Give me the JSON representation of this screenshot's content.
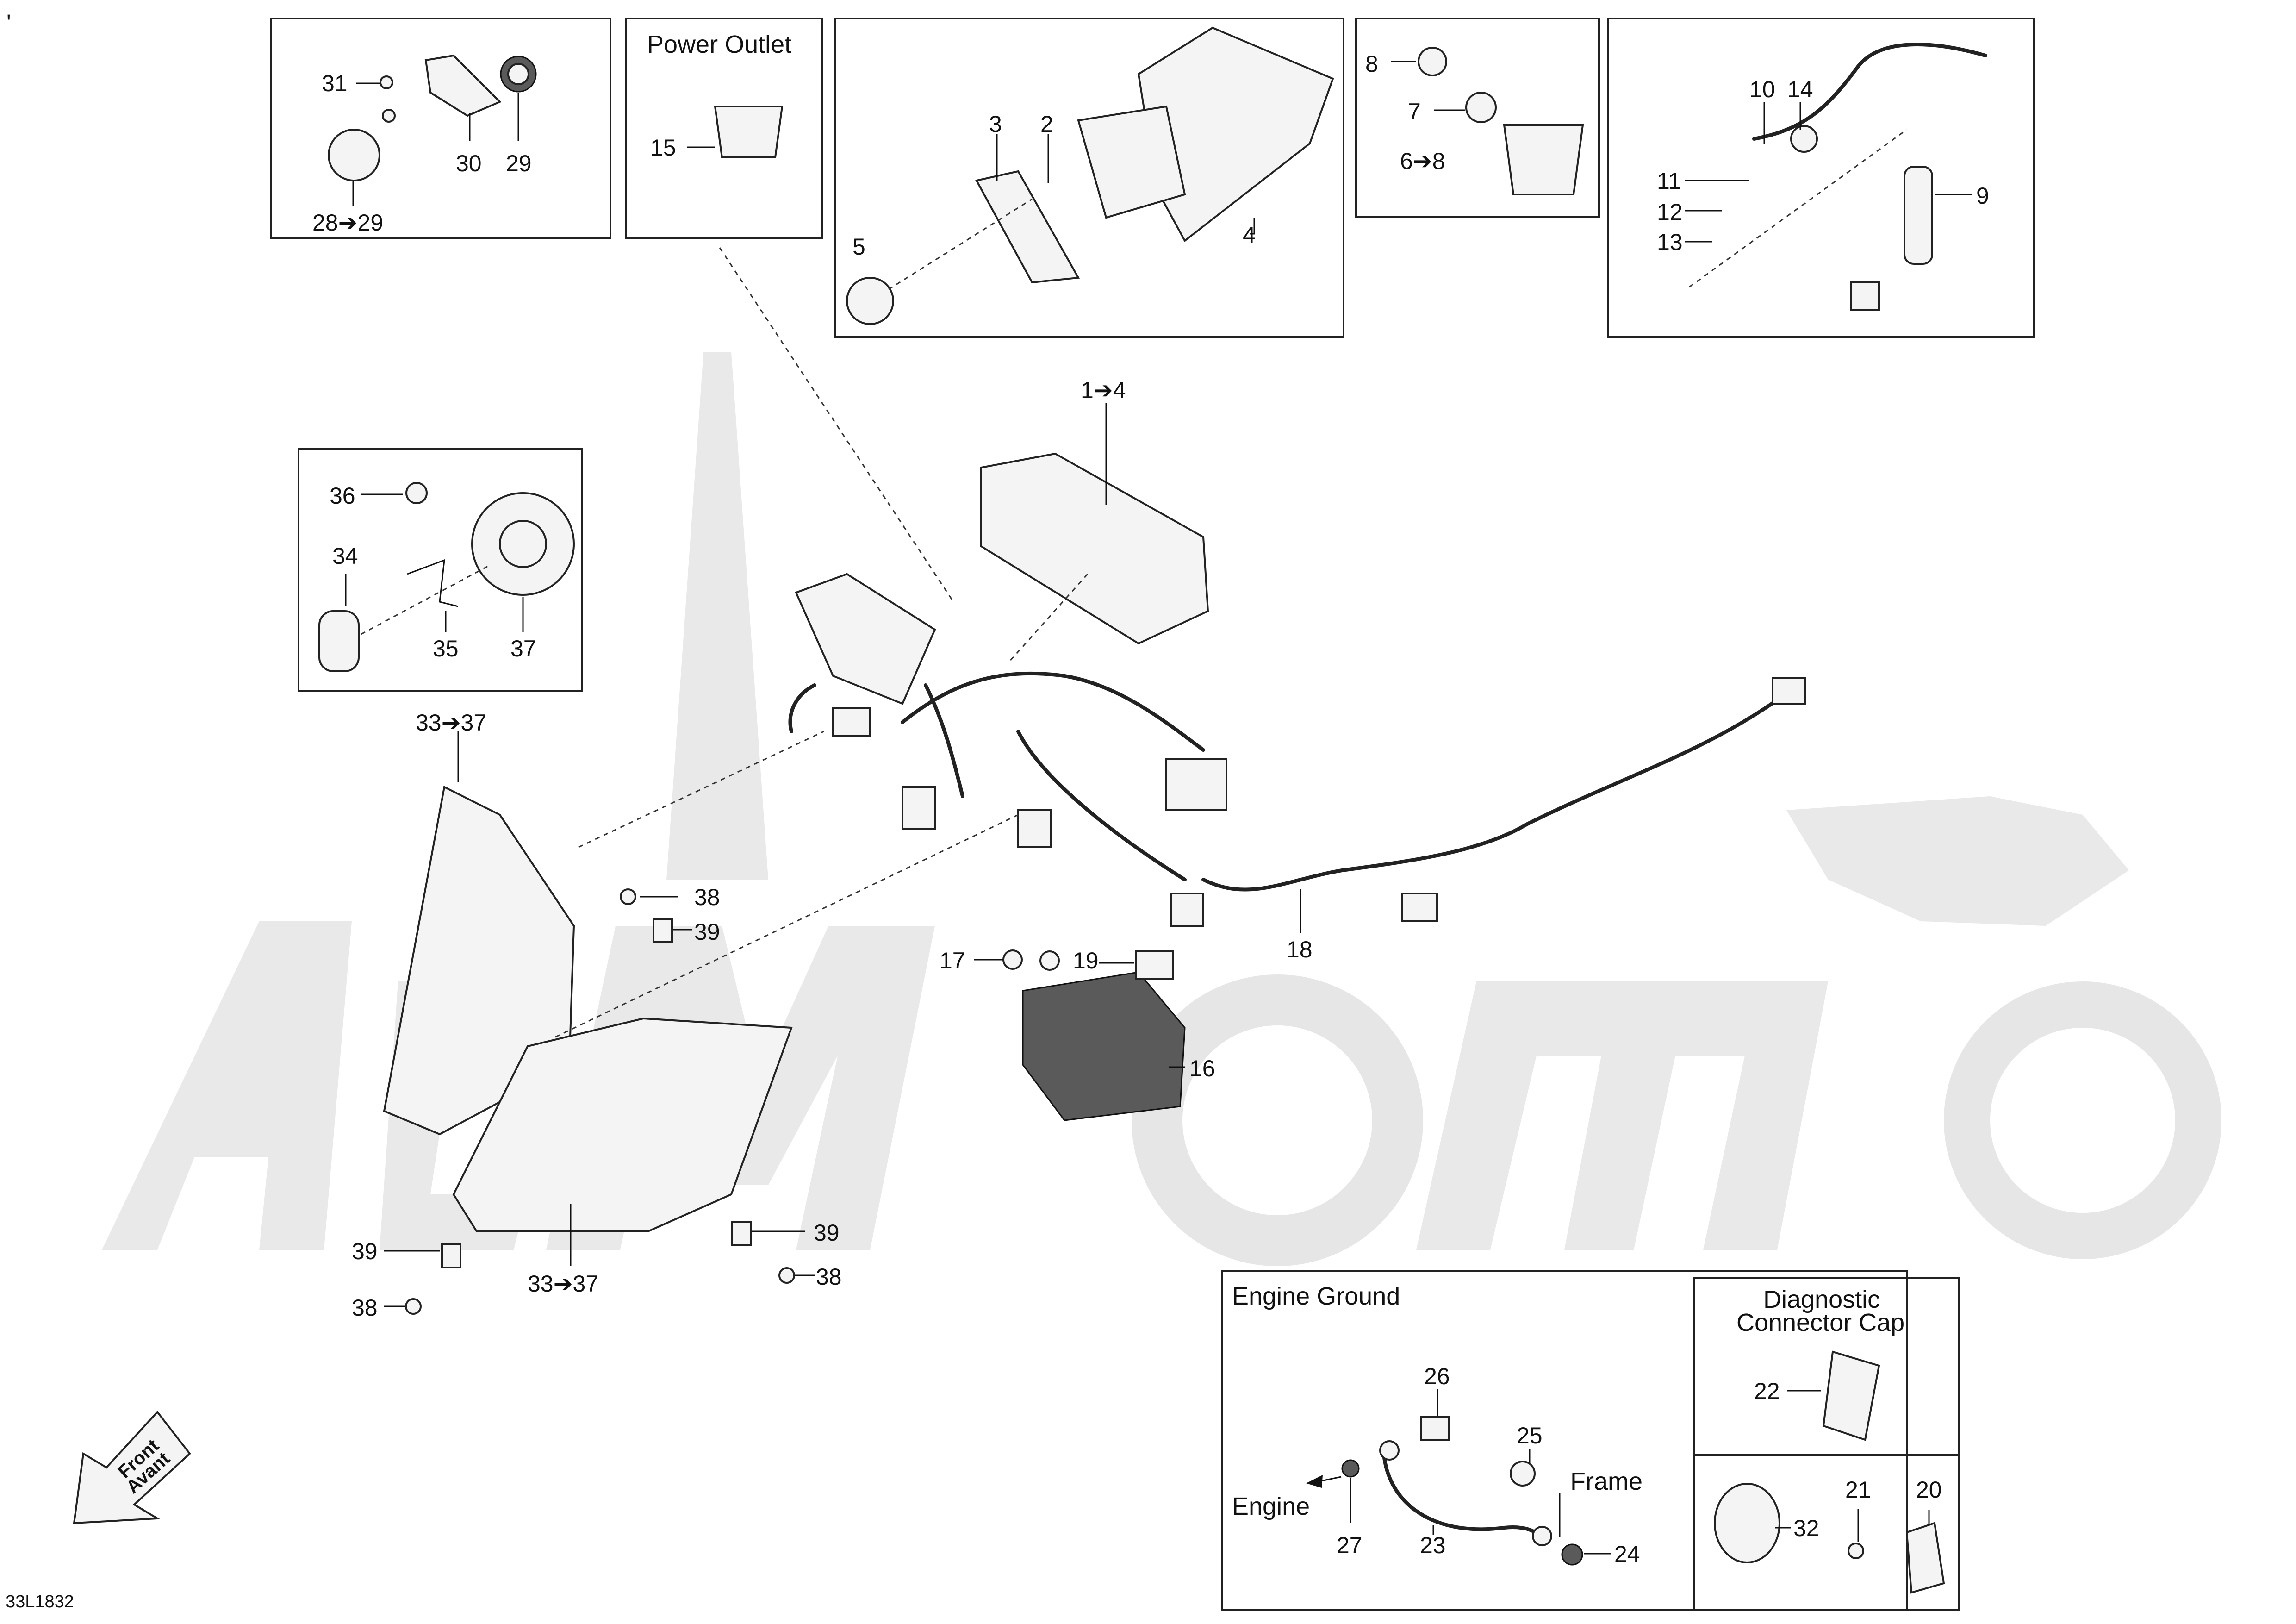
{
  "diagram": {
    "drawing_number": "33L1832",
    "corner_mark": "'",
    "watermark": "AcMo",
    "front_arrow": {
      "line1": "Front",
      "line2": "Avant"
    },
    "boxes": {
      "power_outlet": "Power Outlet",
      "engine_ground": "Engine Ground",
      "diagnostic_cap": {
        "line1": "Diagnostic",
        "line2": "Connector Cap"
      }
    },
    "ground_labels": {
      "engine": "Engine",
      "frame": "Frame"
    },
    "callouts": {
      "c1_4": "1➔4",
      "c2": "2",
      "c3": "3",
      "c4": "4",
      "c5": "5",
      "c6_8": "6➔8",
      "c7": "7",
      "c8": "8",
      "c9": "9",
      "c10": "10",
      "c11": "11",
      "c12": "12",
      "c13": "13",
      "c14": "14",
      "c15": "15",
      "c16": "16",
      "c17": "17",
      "c18": "18",
      "c19": "19",
      "c20": "20",
      "c21": "21",
      "c22": "22",
      "c23": "23",
      "c24": "24",
      "c25": "25",
      "c26": "26",
      "c27": "27",
      "c28_29": "28➔29",
      "c29": "29",
      "c30": "30",
      "c31": "31",
      "c32": "32",
      "c33_37_top": "33➔37",
      "c33_37_bottom": "33➔37",
      "c34": "34",
      "c35": "35",
      "c36": "36",
      "c37": "37",
      "c38_a": "38",
      "c38_b": "38",
      "c38_c": "38",
      "c39_a": "39",
      "c39_b": "39",
      "c39_c": "39"
    }
  }
}
